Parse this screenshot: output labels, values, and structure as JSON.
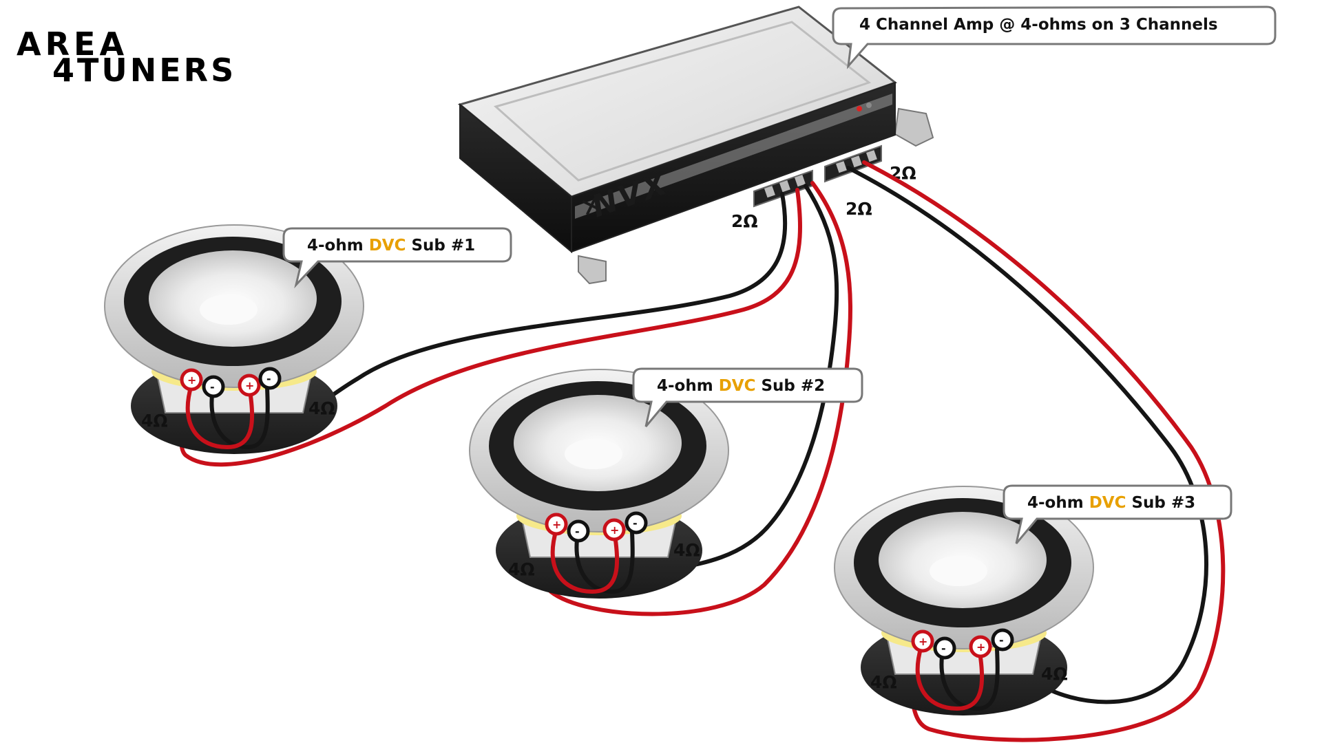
{
  "logo": {
    "line1": "AREA",
    "line2": "4TUNERS"
  },
  "amp": {
    "brand": "NVX",
    "callout_text": "4 Channel Amp  @ 4-ohms on 3 Channels",
    "channel_labels": [
      "2Ω",
      "2Ω",
      "2Ω"
    ]
  },
  "subs": [
    {
      "callout_prefix": "4-ohm ",
      "callout_highlight": "DVC",
      "callout_suffix": " Sub #1",
      "left_ohm": "4Ω",
      "right_ohm": "4Ω"
    },
    {
      "callout_prefix": "4-ohm ",
      "callout_highlight": "DVC",
      "callout_suffix": " Sub #2",
      "left_ohm": "4Ω",
      "right_ohm": "4Ω"
    },
    {
      "callout_prefix": "4-ohm ",
      "callout_highlight": "DVC",
      "callout_suffix": " Sub #3",
      "left_ohm": "4Ω",
      "right_ohm": "4Ω"
    }
  ],
  "terminal_symbols": {
    "positive": "+",
    "negative": "-"
  },
  "colors": {
    "positive_wire": "#c8101a",
    "negative_wire": "#151515",
    "highlight": "#e8a000"
  }
}
